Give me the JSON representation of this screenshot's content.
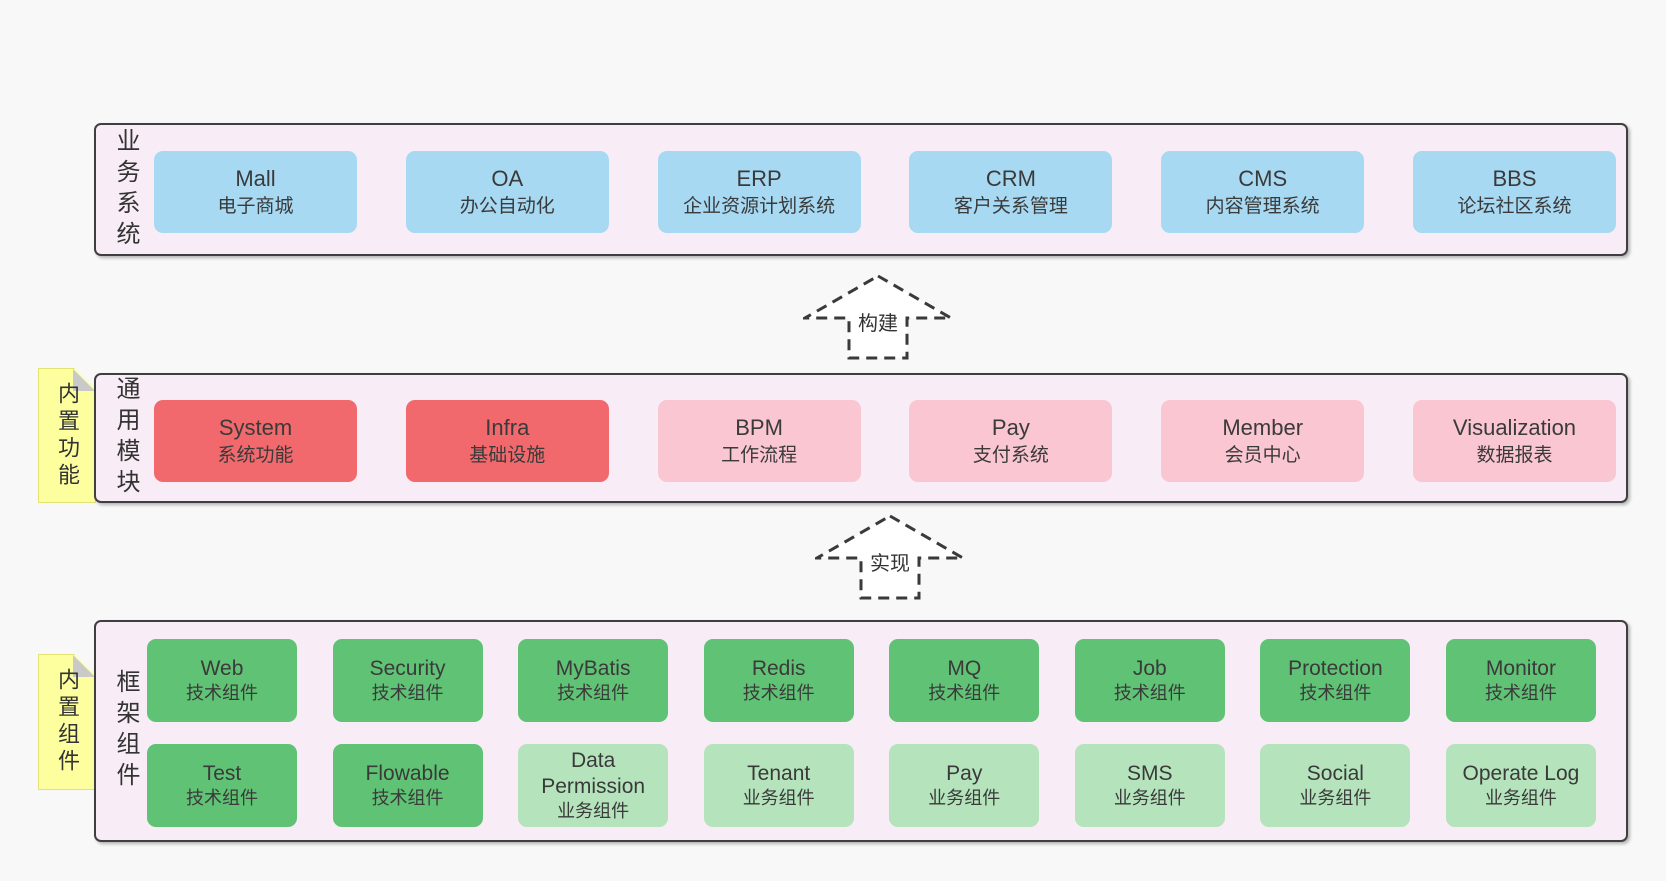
{
  "colors": {
    "page_bg": "#f8f8f8",
    "band_bg": "#f8edf6",
    "band_border": "#3f3f3f",
    "blue_box": "#a7d9f2",
    "red_box": "#f1696c",
    "pink_box": "#f9c6d1",
    "green_dark_box": "#60c274",
    "green_light_box": "#b4e3bc",
    "sticky_bg": "#fdff9e",
    "sticky_fold": "#c9c9c9",
    "text": "#333333"
  },
  "arrows": [
    {
      "label": "构建"
    },
    {
      "label": "实现"
    }
  ],
  "stickies": [
    {
      "label": "内置功能"
    },
    {
      "label": "内置组件"
    }
  ],
  "bands": [
    {
      "label": "业务系统",
      "items": [
        {
          "name": "Mall",
          "desc": "电子商城"
        },
        {
          "name": "OA",
          "desc": "办公自动化"
        },
        {
          "name": "ERP",
          "desc": "企业资源计划系统"
        },
        {
          "name": "CRM",
          "desc": "客户关系管理"
        },
        {
          "name": "CMS",
          "desc": "内容管理系统"
        },
        {
          "name": "BBS",
          "desc": "论坛社区系统"
        }
      ]
    },
    {
      "label": "通用模块",
      "items": [
        {
          "name": "System",
          "desc": "系统功能"
        },
        {
          "name": "Infra",
          "desc": "基础设施"
        },
        {
          "name": "BPM",
          "desc": "工作流程"
        },
        {
          "name": "Pay",
          "desc": "支付系统"
        },
        {
          "name": "Member",
          "desc": "会员中心"
        },
        {
          "name": "Visualization",
          "desc": "数据报表"
        }
      ]
    },
    {
      "label": "框架组件",
      "items": [
        {
          "name": "Web",
          "desc": "技术组件"
        },
        {
          "name": "Security",
          "desc": "技术组件"
        },
        {
          "name": "MyBatis",
          "desc": "技术组件"
        },
        {
          "name": "Redis",
          "desc": "技术组件"
        },
        {
          "name": "MQ",
          "desc": "技术组件"
        },
        {
          "name": "Job",
          "desc": "技术组件"
        },
        {
          "name": "Protection",
          "desc": "技术组件"
        },
        {
          "name": "Monitor",
          "desc": "技术组件"
        },
        {
          "name": "Test",
          "desc": "技术组件"
        },
        {
          "name": "Flowable",
          "desc": "技术组件"
        },
        {
          "name": "Data Permission",
          "desc": "业务组件"
        },
        {
          "name": "Tenant",
          "desc": "业务组件"
        },
        {
          "name": "Pay",
          "desc": "业务组件"
        },
        {
          "name": "SMS",
          "desc": "业务组件"
        },
        {
          "name": "Social",
          "desc": "业务组件"
        },
        {
          "name": "Operate Log",
          "desc": "业务组件"
        }
      ]
    }
  ]
}
